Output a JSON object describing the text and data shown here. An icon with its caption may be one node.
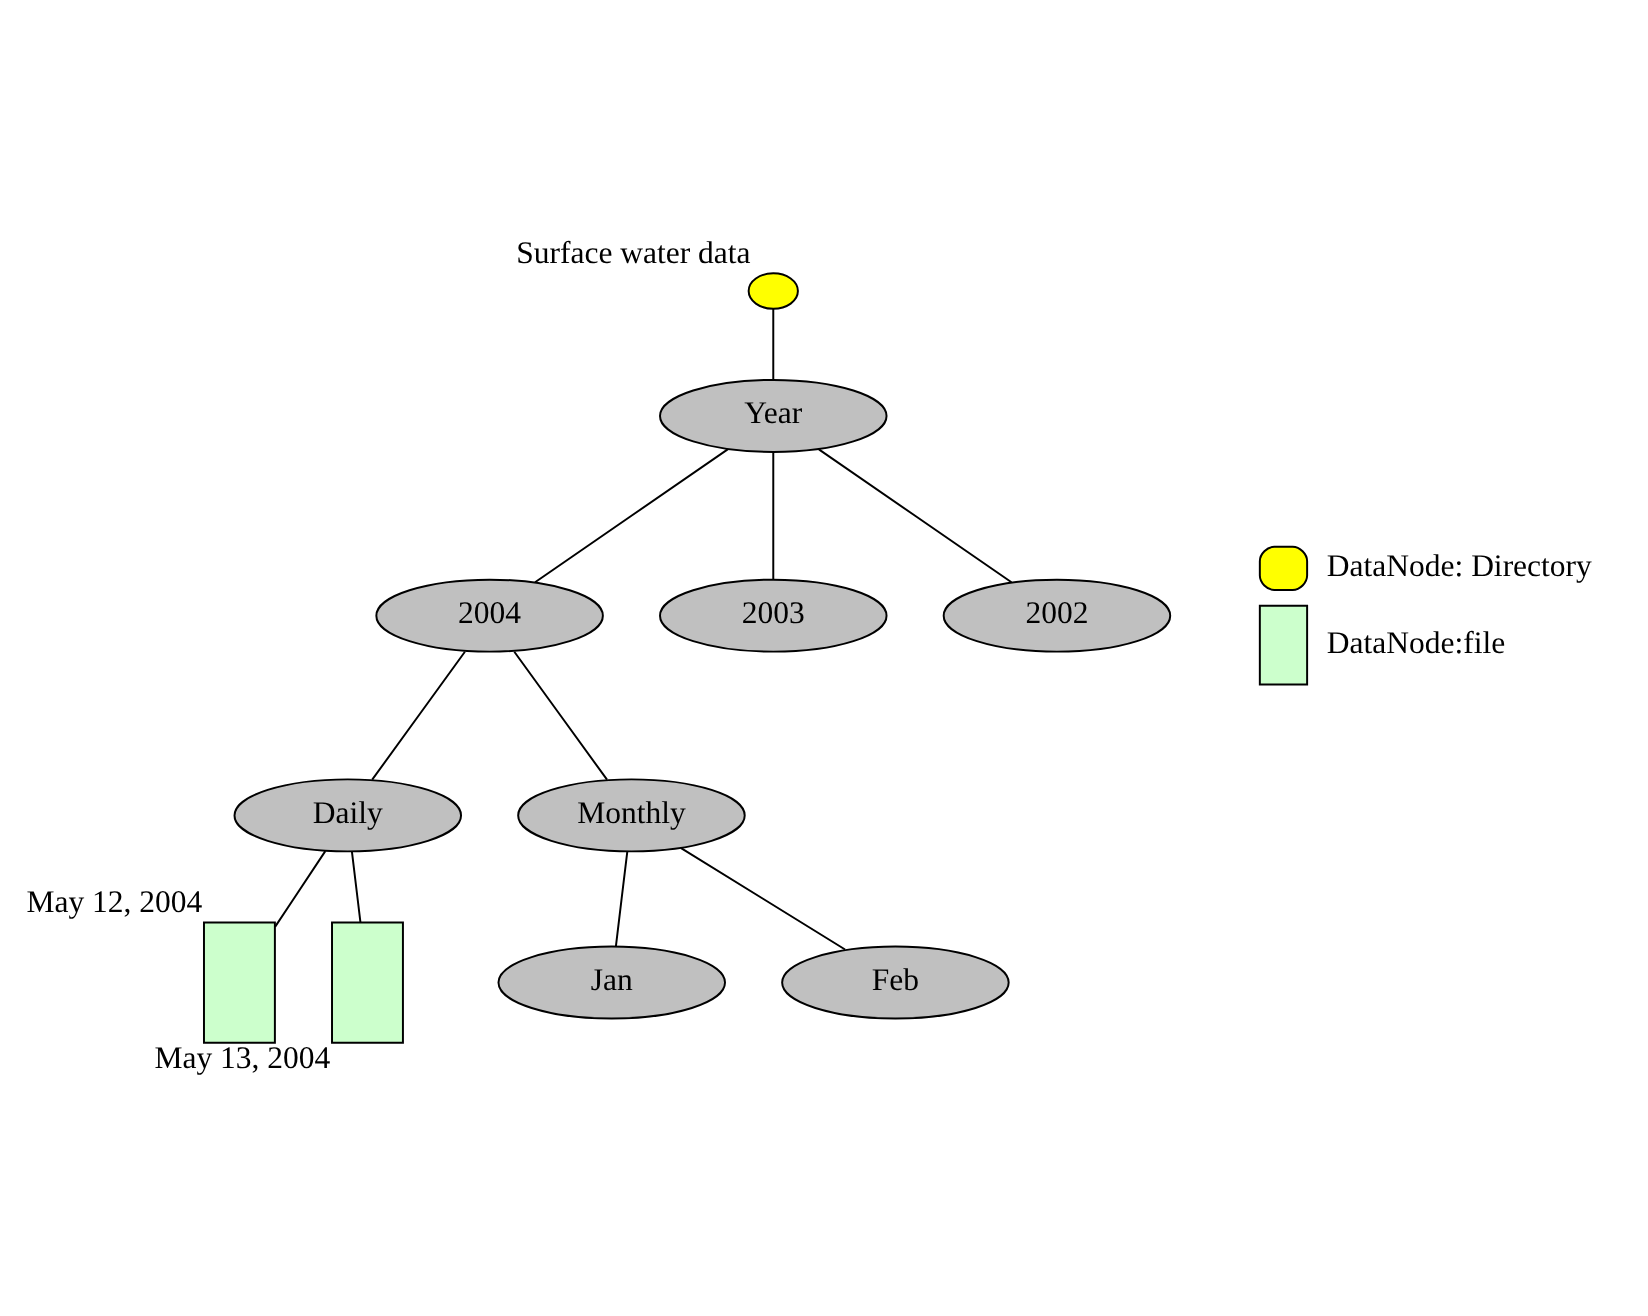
{
  "diagram": {
    "nodes": [
      {
        "text": [],
        "shape": "circle",
        "beside": [
          "Surface water data"
        ]
      },
      {
        "text": [
          "Year"
        ]
      },
      {
        "text": [
          "2004"
        ]
      },
      {
        "text": [
          "2003"
        ]
      },
      {
        "text": [
          "2002"
        ]
      },
      {
        "text": [
          "Daily"
        ]
      },
      {
        "text": [
          "Monthly"
        ]
      },
      {
        "text": [],
        "shape": "box",
        "beside": [
          "May 12, 2004"
        ]
      },
      {
        "text": [],
        "shape": "box",
        "beside": [
          "May 13, 2004"
        ]
      },
      {
        "text": [
          "Jan"
        ]
      },
      {
        "text": [
          "Feb"
        ]
      }
    ],
    "edges": [
      {
        "from": 0,
        "to": 1,
        "arrow": "none"
      },
      {
        "from": 1,
        "to": 2,
        "arrow": "none"
      },
      {
        "from": 1,
        "to": 3,
        "arrow": "none"
      },
      {
        "from": 1,
        "to": 4,
        "arrow": "none"
      },
      {
        "from": 2,
        "to": 5,
        "arrow": "none"
      },
      {
        "from": 2,
        "to": 6,
        "arrow": "none"
      },
      {
        "from": 5,
        "to": 7,
        "arrow": "none"
      },
      {
        "from": 5,
        "to": 8,
        "arrow": "none"
      },
      {
        "from": 6,
        "to": 9,
        "arrow": "none"
      },
      {
        "from": 6,
        "to": 10,
        "arrow": "none"
      }
    ],
    "legend": [
      {
        "text": "DataNode: Directory"
      },
      {
        "text": "DataNode:file"
      }
    ]
  }
}
